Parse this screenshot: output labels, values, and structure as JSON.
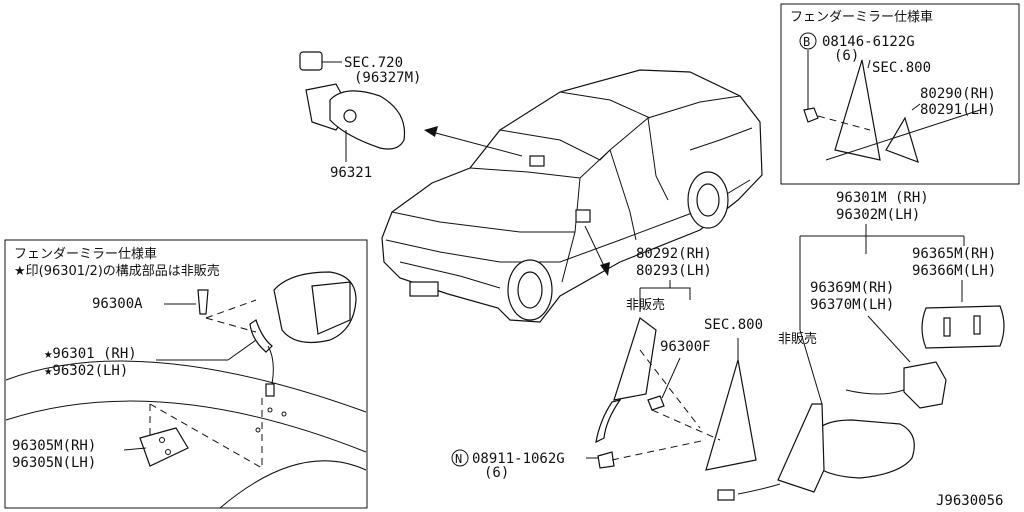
{
  "figure_id": "J9630056",
  "labels": {
    "sec720": "SEC.720",
    "p96327m": "(96327M)",
    "p96321": "96321",
    "p96301m": "96301M (RH)",
    "p96302m": "96302M(LH)",
    "p96365m": "96365M(RH)",
    "p96366m": "96366M(LH)",
    "p96369m": "96369M(RH)",
    "p96370m": "96370M(LH)",
    "p80292": "80292(RH)",
    "p80293": "80293(LH)",
    "not_for_sale_1": "非販売",
    "not_for_sale_2": "非販売",
    "p96300f": "96300F",
    "sec800_main": "SEC.800",
    "n_marker": "N",
    "p08911": "08911-1062G",
    "qty_08911": "(6)"
  },
  "inset_right": {
    "title": "フェンダーミラー仕様車",
    "b_marker": "B",
    "p08146": "08146-6122G",
    "qty_08146": "(6)",
    "sec800": "SEC.800",
    "p80290": "80290(RH)",
    "p80291": "80291(LH)"
  },
  "inset_left": {
    "title": "フェンダーミラー仕様車",
    "note": "★印(96301/2)の構成部品は非販売",
    "p96300a": "96300A",
    "p96301": "★96301 (RH)",
    "p96302": "★96302(LH)",
    "p96305m": "96305M(RH)",
    "p96305n": "96305N(LH)"
  }
}
